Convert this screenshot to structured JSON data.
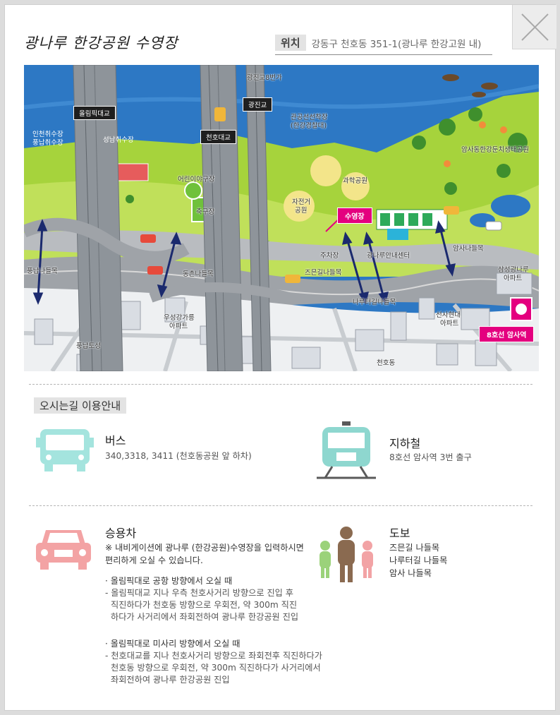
{
  "header": {
    "title": "광나루 한강공원 수영장",
    "location_label": "위치",
    "location_value": "강동구 천호동 351-1(광나루 한강고원 내)"
  },
  "map": {
    "labels": {
      "olympic_bridge": "올림픽대교",
      "gwangjin_bridge": "광진교",
      "cheonho_bridge": "천호대교",
      "gwangjin_overpass": "광진교8번가",
      "incheon_intake": "인천취수장",
      "pungnap_intake": "풍납취수장",
      "seongnae_intake": "성남취수장",
      "observatory": "관공선선착장",
      "observatory_sub": "(한강경찰대)",
      "kids_playground": "어린이야구장",
      "soccer": "축구장",
      "bike_park": "자전거",
      "bike_park2": "공원",
      "science_park": "과학공원",
      "eco_park": "암사동한강둔치생태공원",
      "pungnap_exit": "풍납나들목",
      "cheonho_exit": "동촌나들목",
      "jeulgeun_exit": "즈믄길나들목",
      "naru_exit": "나루터길나들목",
      "amsa_exit": "암사나들목",
      "parking": "주차장",
      "info_center": "광나루안내센터",
      "pungnap_land": "풍납토성",
      "hyundai_apt": "우성강가릉",
      "hyundai_apt2": "아파트",
      "samsung_apt": "삼성광나루",
      "samsung_apt2": "아파트",
      "seonsa_apt": "선사현대",
      "seonsa_apt2": "아파트",
      "cheonho_dong": "천호동",
      "pool": "수영장",
      "amsa_station": "8호선 암사역"
    }
  },
  "guide": {
    "section_label": "오시는길 이용안내",
    "bus": {
      "title": "버스",
      "body": "340,3318, 3411 (천호동공원 앞 하차)"
    },
    "subway": {
      "title": "지하철",
      "body": "8호선 암사역 3번 출구"
    },
    "car": {
      "title": "승용차",
      "note1": "※ 내비게이션에 광나루 (한강공원)수영장을 입력하시면",
      "note2": "편리하게 오실 수 있습니다.",
      "route1_title": "· 올림픽대로 공항 방향에서 오실 때",
      "route1_line1": "- 올림픽대교 지나 우측 천호사거리 방향으로 진입 후",
      "route1_line2": "직진하다가 천호동 방향으로 우회전, 약 300m 직진",
      "route1_line3": "하다가 사거리에서 좌회전하여 광나루 한강공원 진입",
      "route2_title": "· 올림픽대로 미사리 방향에서 오실 때",
      "route2_line1": "- 천호대교를 지나 천호사거리 방향으로 좌회전후 직진하다가",
      "route2_line2": "천호동 방향으로 우회전, 약 300m 직진하다가 사거리에서",
      "route2_line3": "좌회전하여 광나루 한강공원 진입"
    },
    "walk": {
      "title": "도보",
      "line1": "즈믄길 나들목",
      "line2": "나루터길 나들목",
      "line3": "암사 나들목"
    }
  },
  "colors": {
    "bus": "#a4e4de",
    "subway": "#8ed7cf",
    "car": "#f3a3a4",
    "person_center": "#8a6a50",
    "person_left": "#9bd27a",
    "person_right": "#f2a3a5",
    "river": "#2d78c4",
    "grass": "#a6d33c",
    "road": "#b9bcc0",
    "pink_badge": "#e4007f"
  }
}
